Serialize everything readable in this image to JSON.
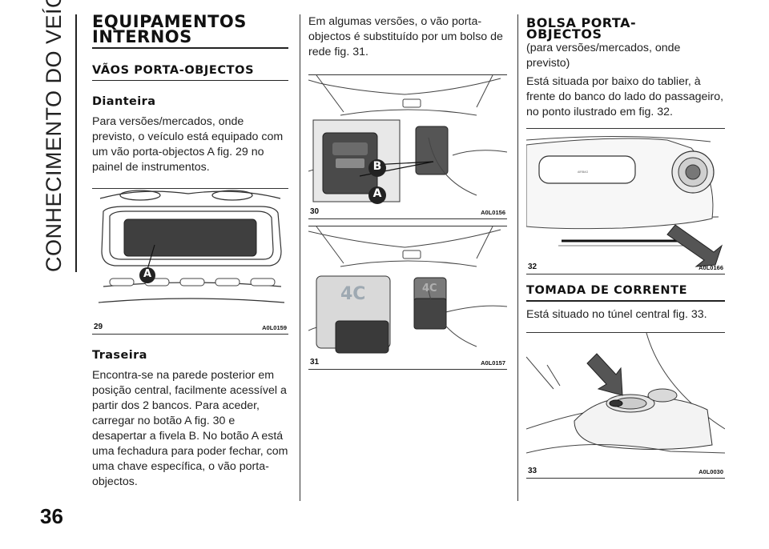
{
  "sidebar": {
    "chapter_title": "CONHECIMENTO DO VEÍCULO"
  },
  "page": {
    "number": "36"
  },
  "col1": {
    "title": "EQUIPAMENTOS INTERNOS",
    "section": "VÃOS PORTA-OBJECTOS",
    "sub1": "Dianteira",
    "p1": "Para versões/mercados, onde previsto, o veículo está equipado com um vão porta-objectos A fig. 29 no painel de instrumentos.",
    "fig29": {
      "number": "29",
      "code": "A0L0159",
      "label_a": "A"
    },
    "sub2": "Traseira",
    "p2": "Encontra-se na parede posterior em posição central, facilmente acessível a partir dos 2 bancos. Para aceder, carregar no botão A fig. 30 e desapertar a fivela B. No botão A está uma fechadura para poder fechar, com uma chave específica, o vão porta-objectos."
  },
  "col2": {
    "p1": "Em algumas versões, o vão porta-objectos é substituído por um bolso de rede fig. 31.",
    "fig30": {
      "number": "30",
      "code": "A0L0156",
      "label_a": "A",
      "label_b": "B"
    },
    "fig31": {
      "number": "31",
      "code": "A0L0157",
      "badge": "4C"
    }
  },
  "col3": {
    "title": "BOLSA PORTA-OBJECTOS",
    "subtitle": "(para versões/mercados, onde previsto)",
    "p1": "Está situada por baixo do tablier, à frente do banco do lado do passageiro, no ponto ilustrado em fig. 32.",
    "fig32": {
      "number": "32",
      "code": "A0L0166",
      "airbag_text": "AIRBAG"
    },
    "section": "TOMADA DE CORRENTE",
    "p2": "Está situado no túnel central fig. 33.",
    "fig33": {
      "number": "33",
      "code": "A0L0030"
    }
  }
}
